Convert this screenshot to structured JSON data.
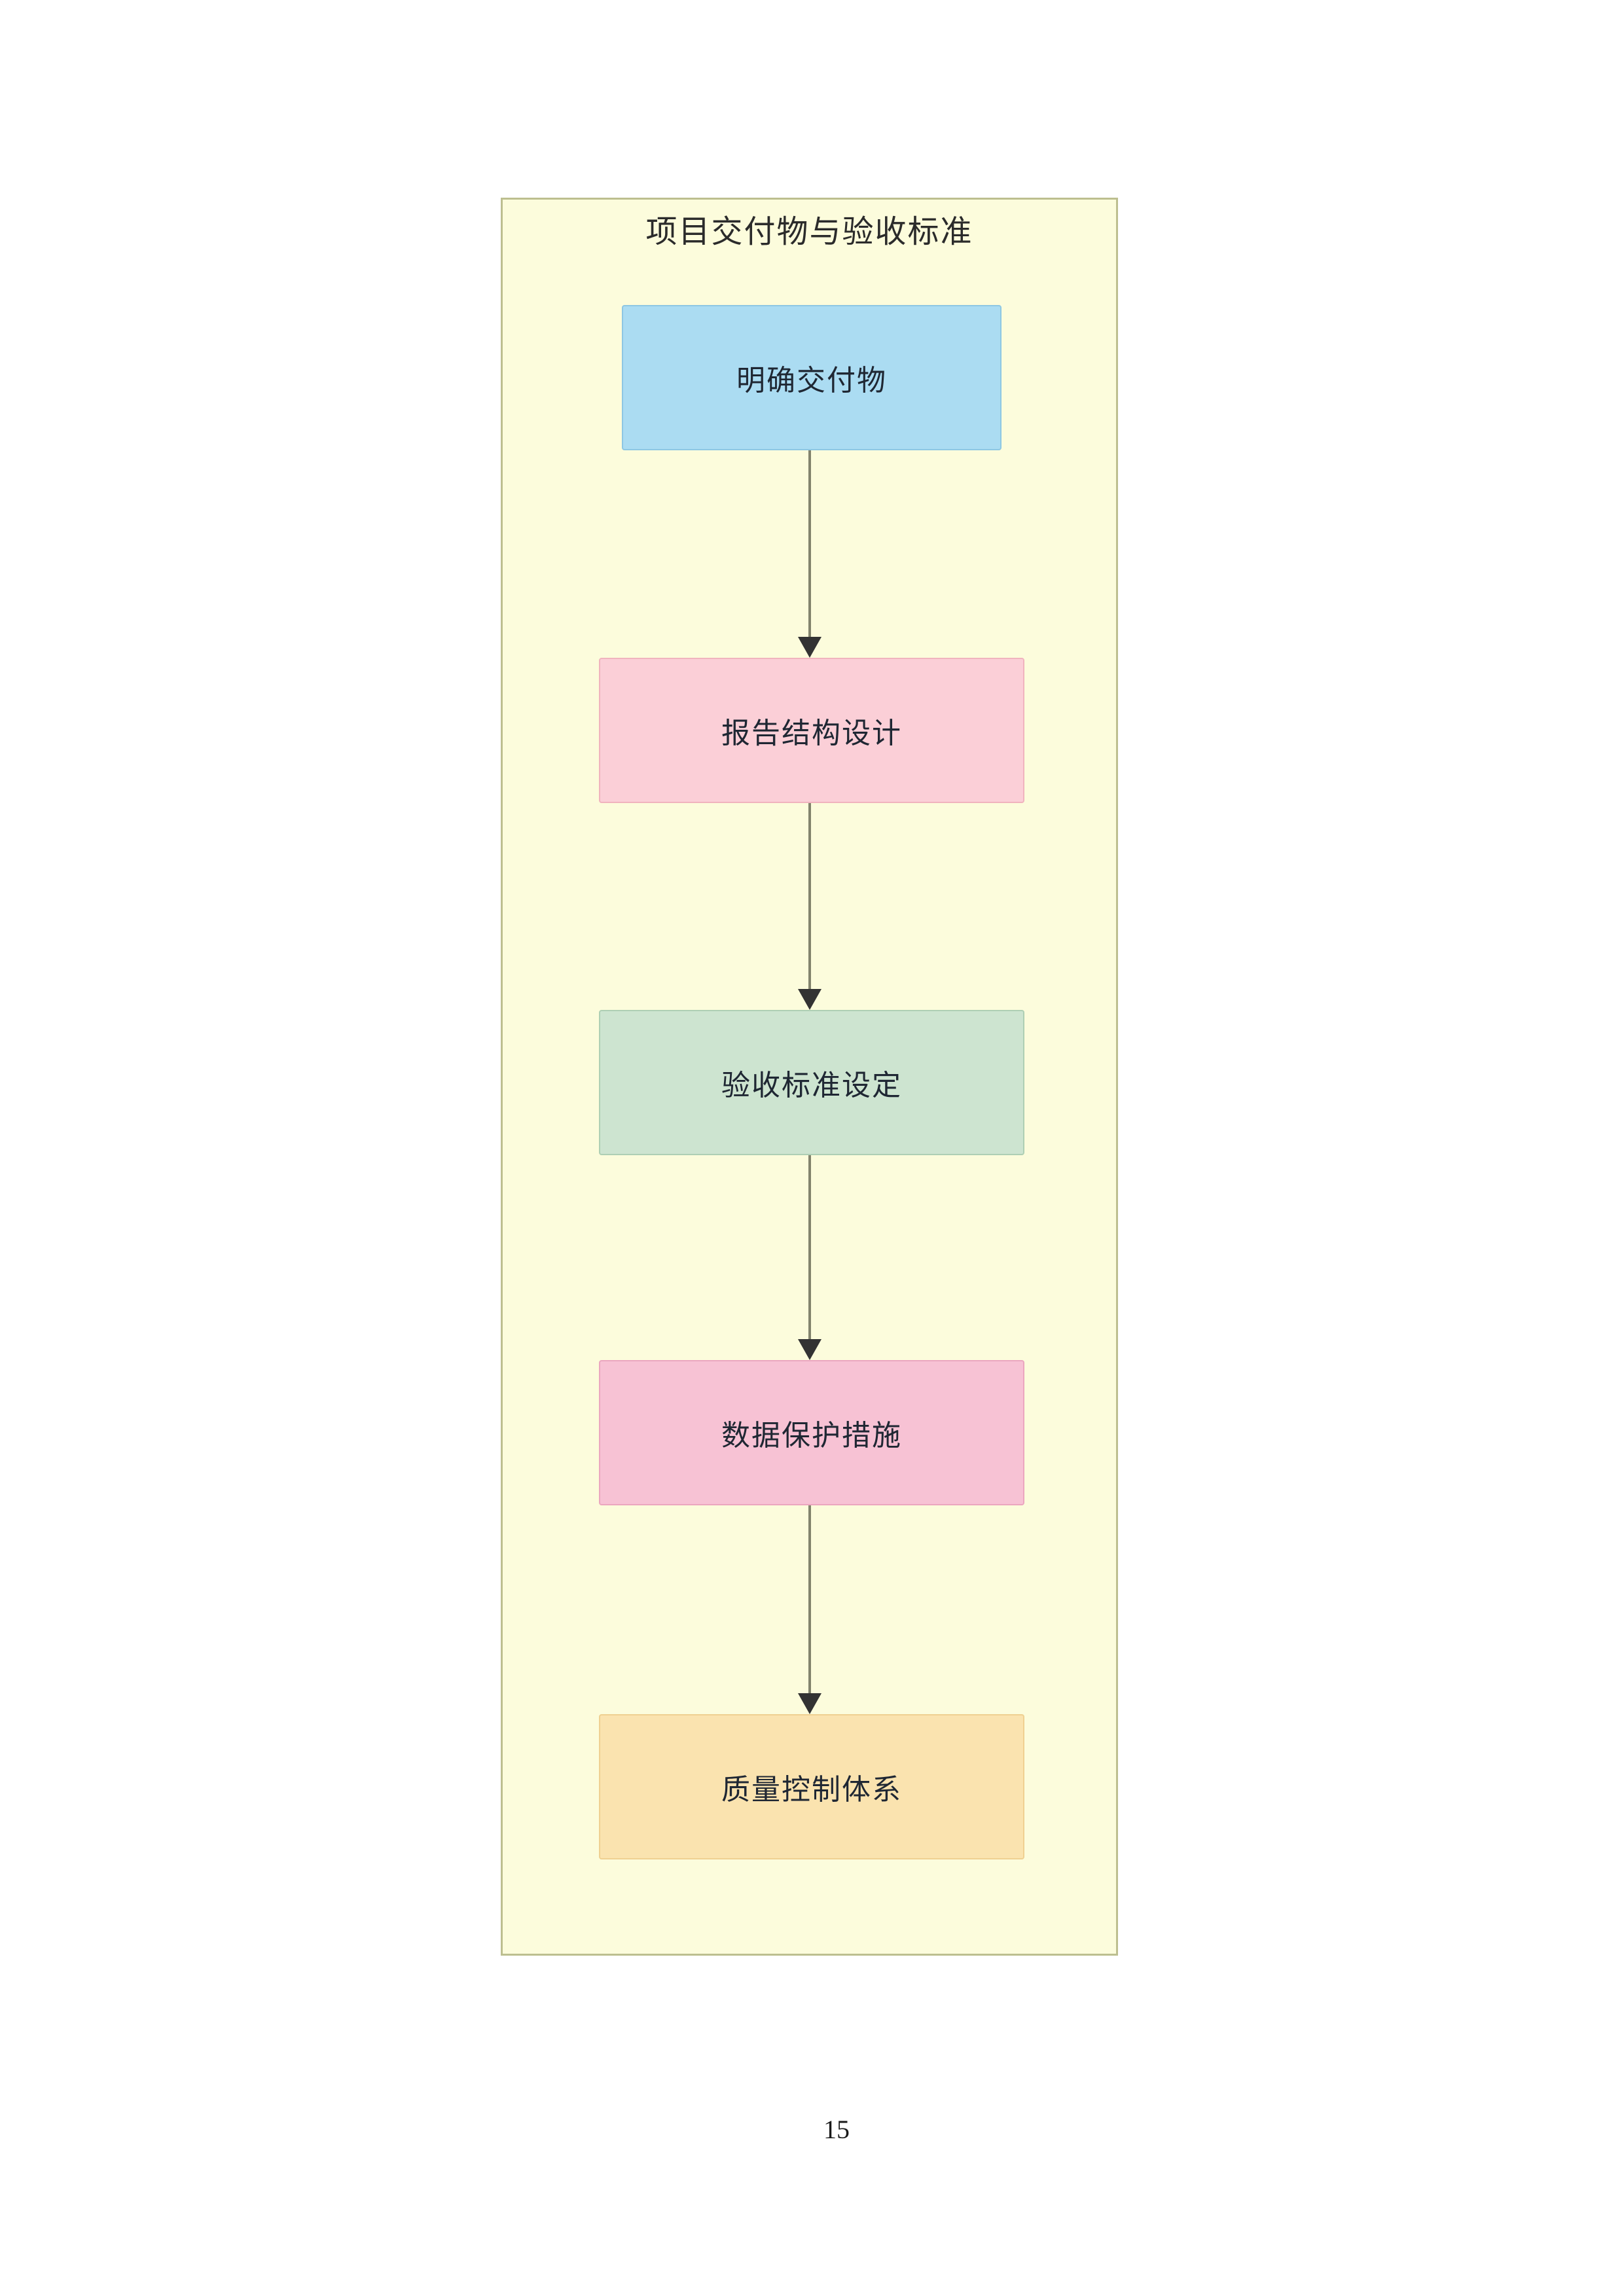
{
  "page": {
    "number": "15",
    "background": "#ffffff"
  },
  "diagram": {
    "title": "项目交付物与验收标准",
    "title_color": "#2b2b2b",
    "container": {
      "fill": "#FCFCDC",
      "border": "#BDBF90"
    },
    "text_color": "#1F2733",
    "arrow": {
      "line_color": "#82836D",
      "head_color": "#333333"
    },
    "nodes": [
      {
        "label": "明确交付物",
        "fill": "#ABDCF2",
        "border": "#8EC7E3"
      },
      {
        "label": "报告结构设计",
        "fill": "#FBCFD7",
        "border": "#F0B3BE"
      },
      {
        "label": "验收标准设定",
        "fill": "#CDE4D0",
        "border": "#AECFB4"
      },
      {
        "label": "数据保护措施",
        "fill": "#F7C2D4",
        "border": "#EBA6BF"
      },
      {
        "label": "质量控制体系",
        "fill": "#FAE3AF",
        "border": "#EFD091"
      }
    ]
  }
}
